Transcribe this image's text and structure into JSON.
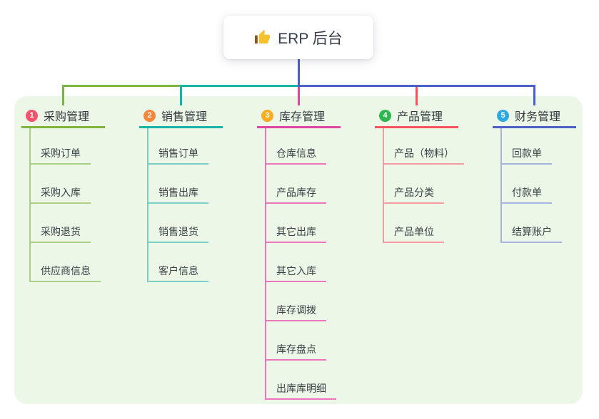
{
  "app": {
    "background_color": "#ffffff",
    "panel_color": "#ecf7e7"
  },
  "root": {
    "label": "ERP 后台",
    "icon": "thumbs-up-icon",
    "icon_color": "#f7c02e",
    "icon_cuff_color": "#8d5524",
    "text_color": "#363c4a",
    "connector_color": "#4a60c6"
  },
  "branches": [
    {
      "badge": "1",
      "label": "采购管理",
      "badge_color": "#f2536d",
      "line_color": "#7cb43e",
      "child_line_color": "#a9d084",
      "children": [
        "采购订单",
        "采购入库",
        "采购退货",
        "供应商信息"
      ]
    },
    {
      "badge": "2",
      "label": "销售管理",
      "badge_color": "#f8853c",
      "line_color": "#15b4a5",
      "child_line_color": "#79cfc6",
      "children": [
        "销售订单",
        "销售出库",
        "销售退货",
        "客户信息"
      ]
    },
    {
      "badge": "3",
      "label": "库存管理",
      "badge_color": "#f9ab21",
      "line_color": "#df459f",
      "child_line_color": "#ee74bd",
      "children": [
        "仓库信息",
        "产品库存",
        "其它出库",
        "其它入库",
        "库存调拨",
        "库存盘点",
        "出库库明细"
      ]
    },
    {
      "badge": "4",
      "label": "产品管理",
      "badge_color": "#2eb750",
      "line_color": "#f7535f",
      "child_line_color": "#f79aa3",
      "children": [
        "产品（物料）",
        "产品分类",
        "产品单位"
      ]
    },
    {
      "badge": "5",
      "label": "财务管理",
      "badge_color": "#2ca9e1",
      "line_color": "#4a60c6",
      "child_line_color": "#a6b4dd",
      "children": [
        "回款单",
        "付款单",
        "结算账户"
      ]
    }
  ]
}
